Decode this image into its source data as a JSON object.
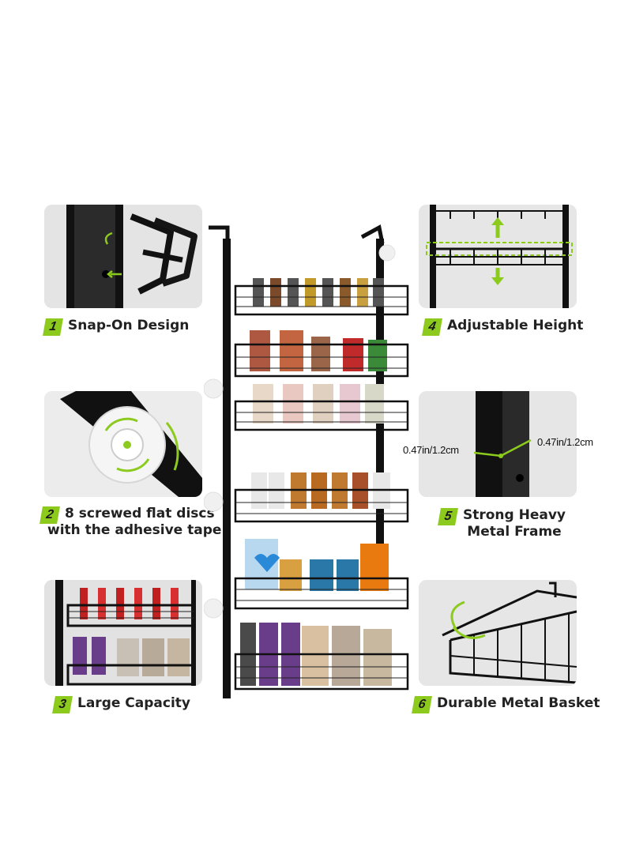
{
  "features": [
    {
      "number": "1",
      "line1": "Snap-On Design",
      "line2": ""
    },
    {
      "number": "2",
      "line1": "8 screwed flat discs",
      "line2": "with the adhesive tape"
    },
    {
      "number": "3",
      "line1": "Large Capacity",
      "line2": ""
    },
    {
      "number": "4",
      "line1": "Adjustable Height",
      "line2": ""
    },
    {
      "number": "5",
      "line1": "Strong Heavy",
      "line2": "Metal Frame"
    },
    {
      "number": "6",
      "line1": "Durable Metal Basket",
      "line2": ""
    }
  ],
  "frame_dimensions": {
    "left": "0.47in/1.2cm",
    "right": "0.47in/1.2cm"
  },
  "colors": {
    "accent": "#8ccb1e",
    "frame": "#1a1a1a",
    "panel_bg": "#e6e6e6"
  },
  "icons": [
    "arrow-up-icon",
    "arrow-down-icon",
    "rotate-icon",
    "hook-icon"
  ]
}
